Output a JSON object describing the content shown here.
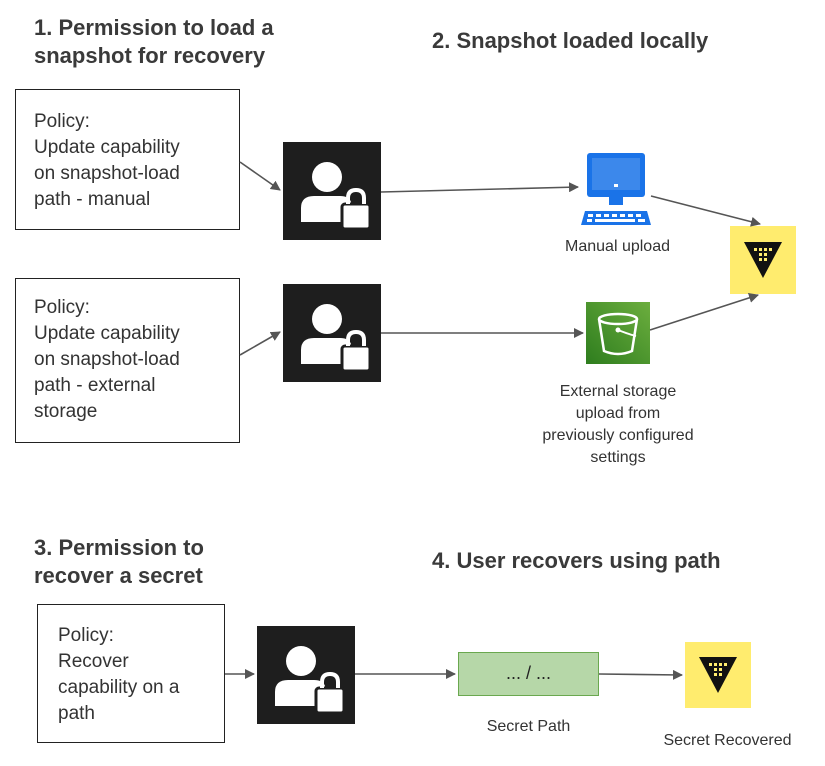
{
  "steps": {
    "step1": "1. Permission to load a\nsnapshot for recovery",
    "step2": "2. Snapshot loaded locally",
    "step3": "3. Permission to\nrecover a secret",
    "step4": "4. User recovers using path"
  },
  "policies": {
    "manual": "Policy:\nUpdate capability\non snapshot-load\npath - manual",
    "external": "Policy:\nUpdate capability\non snapshot-load\npath - external\nstorage",
    "recover": "Policy:\nRecover\ncapability on a\npath"
  },
  "labels": {
    "manual_upload": "Manual upload",
    "external_upload": "External storage\nupload from\npreviously configured\nsettings",
    "secret_path": "Secret Path",
    "secret_recovered": "Secret Recovered",
    "path_value": "... / ..."
  },
  "icons": {
    "user": "user-lock-icon",
    "computer": "desktop-computer-icon",
    "bucket": "storage-bucket-icon",
    "vault": "vault-logo-icon"
  },
  "colors": {
    "icon_bg": "#1e1e1e",
    "vault_yellow": "#ffec6e",
    "computer_blue": "#1a73e8",
    "bucket_green": "#3f8624",
    "path_fill": "#b6d7a8"
  }
}
